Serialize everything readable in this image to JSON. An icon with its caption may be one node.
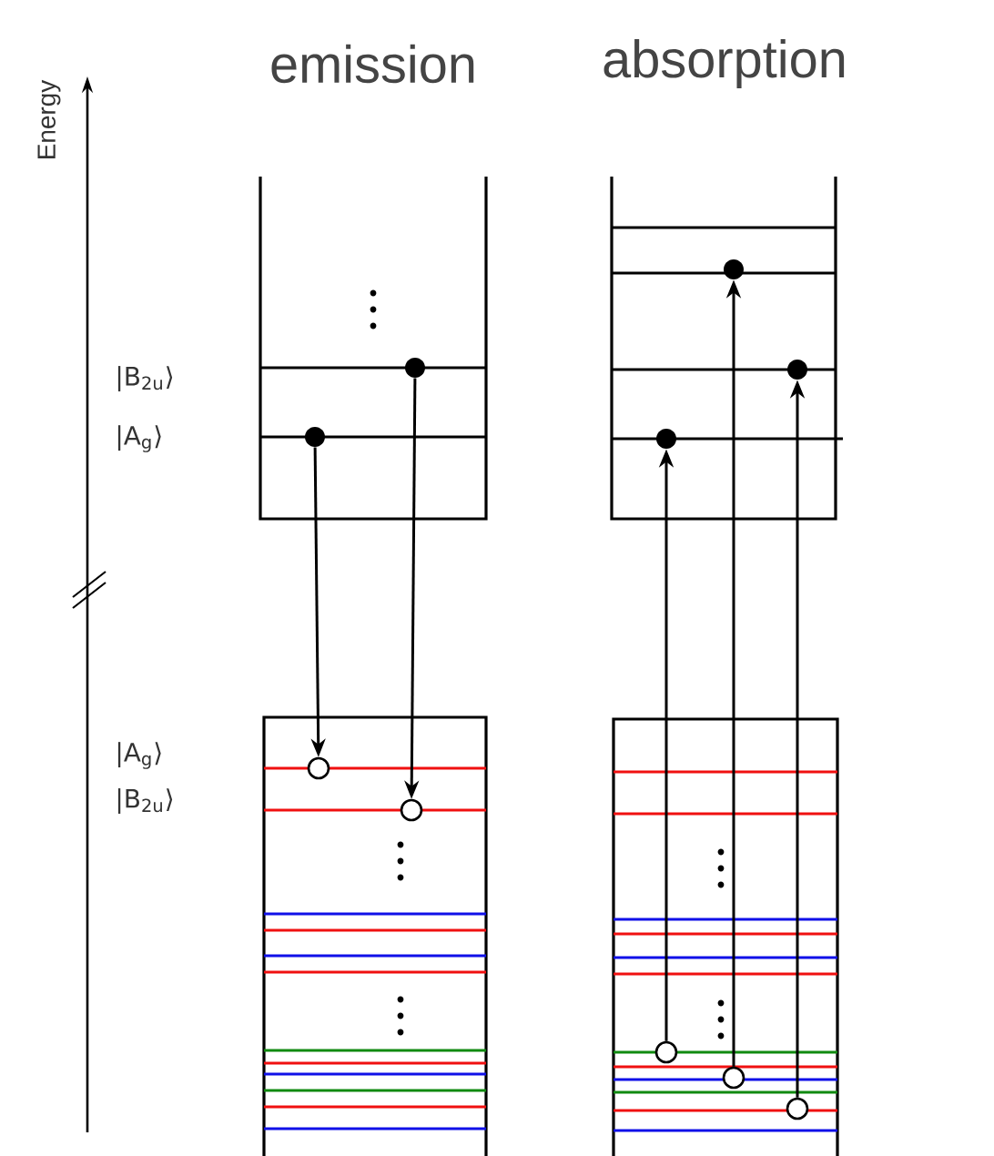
{
  "diagram": {
    "nodes": [
      {
        "text": [],
        "shape": "dot"
      },
      {
        "text": [],
        "shape": "dot"
      },
      {
        "text": [],
        "shape": "circle"
      },
      {
        "text": [],
        "shape": "circle"
      },
      {
        "text": [],
        "shape": "dot"
      },
      {
        "text": [],
        "shape": "dot"
      },
      {
        "text": [],
        "shape": "dot"
      },
      {
        "text": [],
        "shape": "circle"
      },
      {
        "text": [],
        "shape": "circle"
      },
      {
        "text": [],
        "shape": "circle"
      }
    ],
    "edges": [
      {
        "from": 0,
        "to": 2,
        "arrow": "to"
      },
      {
        "from": 1,
        "to": 3,
        "arrow": "to"
      },
      {
        "from": 7,
        "to": 4,
        "arrow": "to"
      },
      {
        "from": 8,
        "to": 5,
        "arrow": "to"
      },
      {
        "from": 9,
        "to": 6,
        "arrow": "to"
      }
    ],
    "labels": [
      "emission",
      "absorption",
      "Energy",
      "|B$_{2u}$⟩",
      "|A$_{g}$⟩",
      "|A$_{g}$⟩",
      "|B$_{2u}$⟩"
    ]
  }
}
